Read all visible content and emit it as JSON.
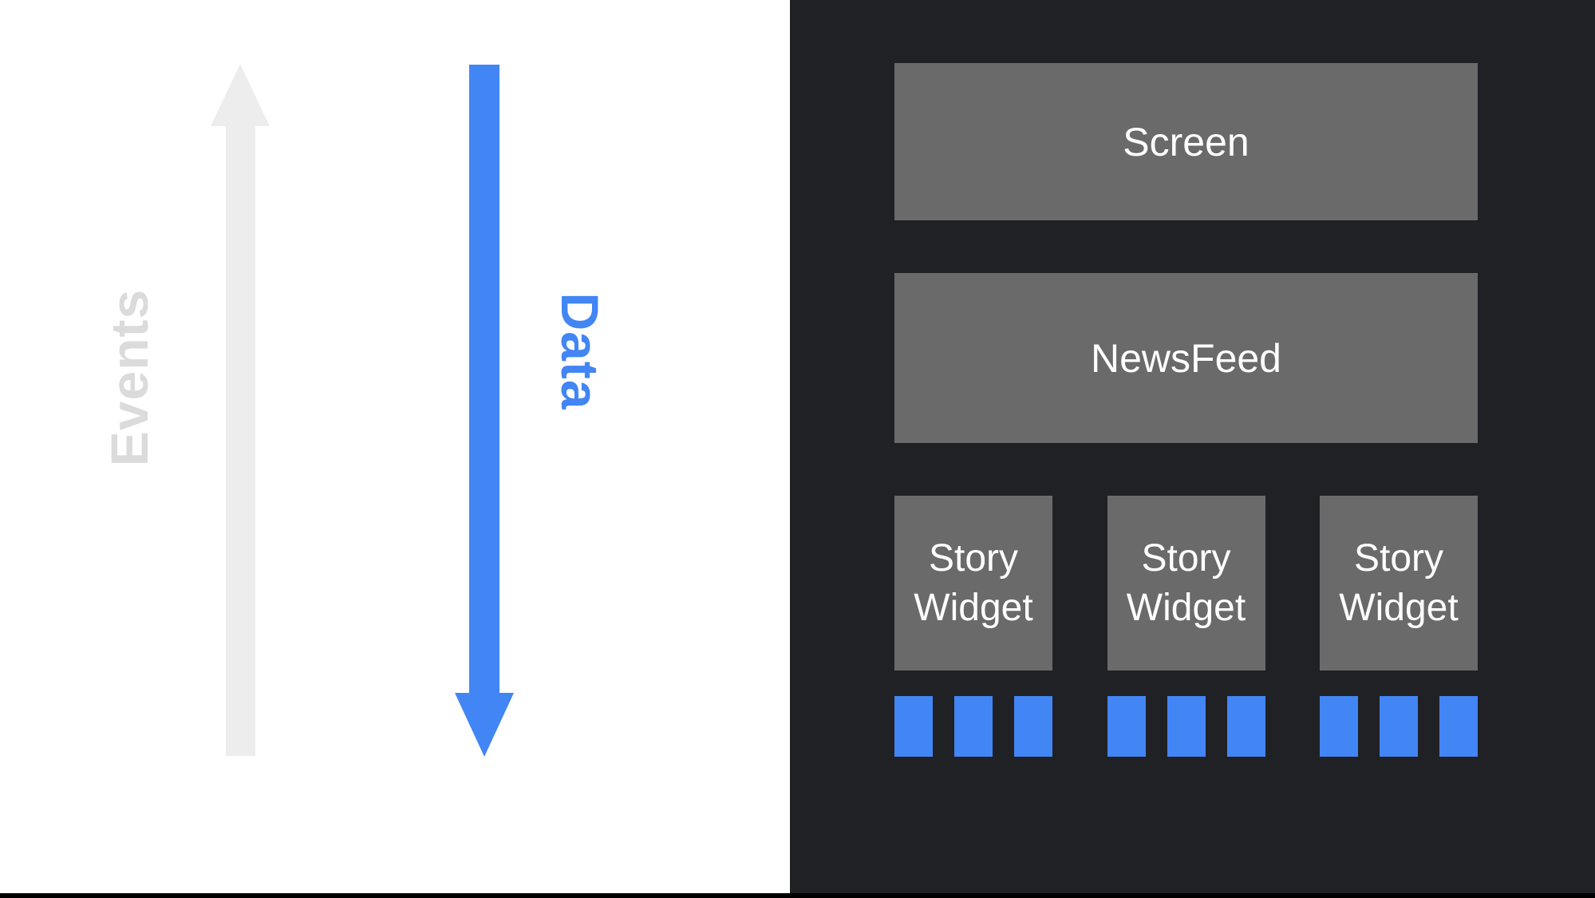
{
  "left_panel": {
    "events_label": "Events",
    "data_label": "Data",
    "events_text_color": "#dbdbdb",
    "events_arrow_color": "#ededed",
    "data_text_color": "#4285f4",
    "data_arrow_color": "#4285f4",
    "background_color": "#ffffff"
  },
  "right_panel": {
    "background_color": "#202125",
    "node_box_color": "#6a6a6a",
    "node_text_color": "#ffffff",
    "chip_color": "#4285f4",
    "screen_label": "Screen",
    "newsfeed_label": "NewsFeed",
    "story_boxes": [
      {
        "label": "Story Widget",
        "chip_count": 3
      },
      {
        "label": "Story Widget",
        "chip_count": 3
      },
      {
        "label": "Story Widget",
        "chip_count": 3
      }
    ]
  }
}
